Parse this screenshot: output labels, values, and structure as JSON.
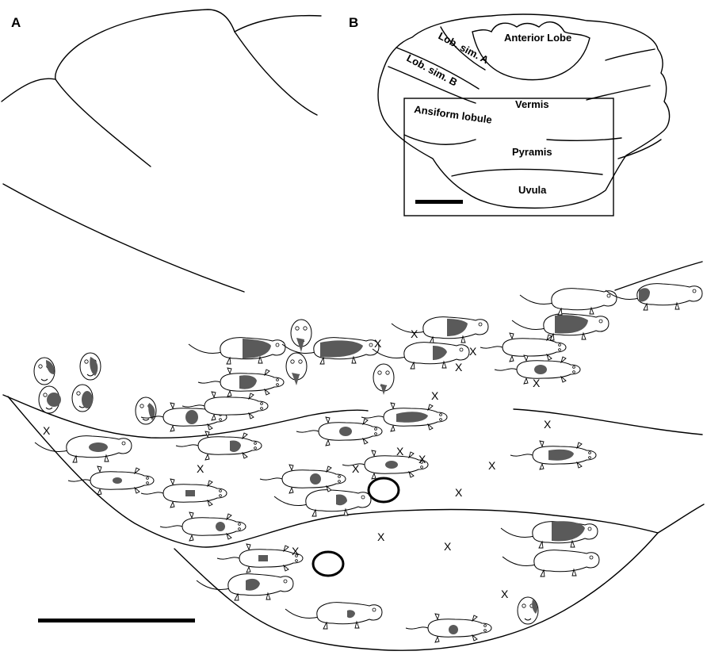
{
  "panels": {
    "a_label": "A",
    "b_label": "B"
  },
  "cerebellum_labels": {
    "anterior_lobe": "Anterior Lobe",
    "lob_sim_a": "Lob. sim. A",
    "lob_sim_b": "Lob. sim. B",
    "vermis": "Vermis",
    "ansiform_lobule": "Ansiform lobule",
    "pyramis": "Pyramis",
    "uvula": "Uvula"
  },
  "site_marker": "X",
  "colors": {
    "outline": "#000000",
    "receptive_field": "#5a5a5a",
    "background": "#ffffff"
  },
  "icons": {
    "rat_figure": "rat-body-map-icon",
    "non_responsive_site": "x-marker",
    "recording_site": "open-circle-marker",
    "scale_bar": "scale-bar"
  }
}
